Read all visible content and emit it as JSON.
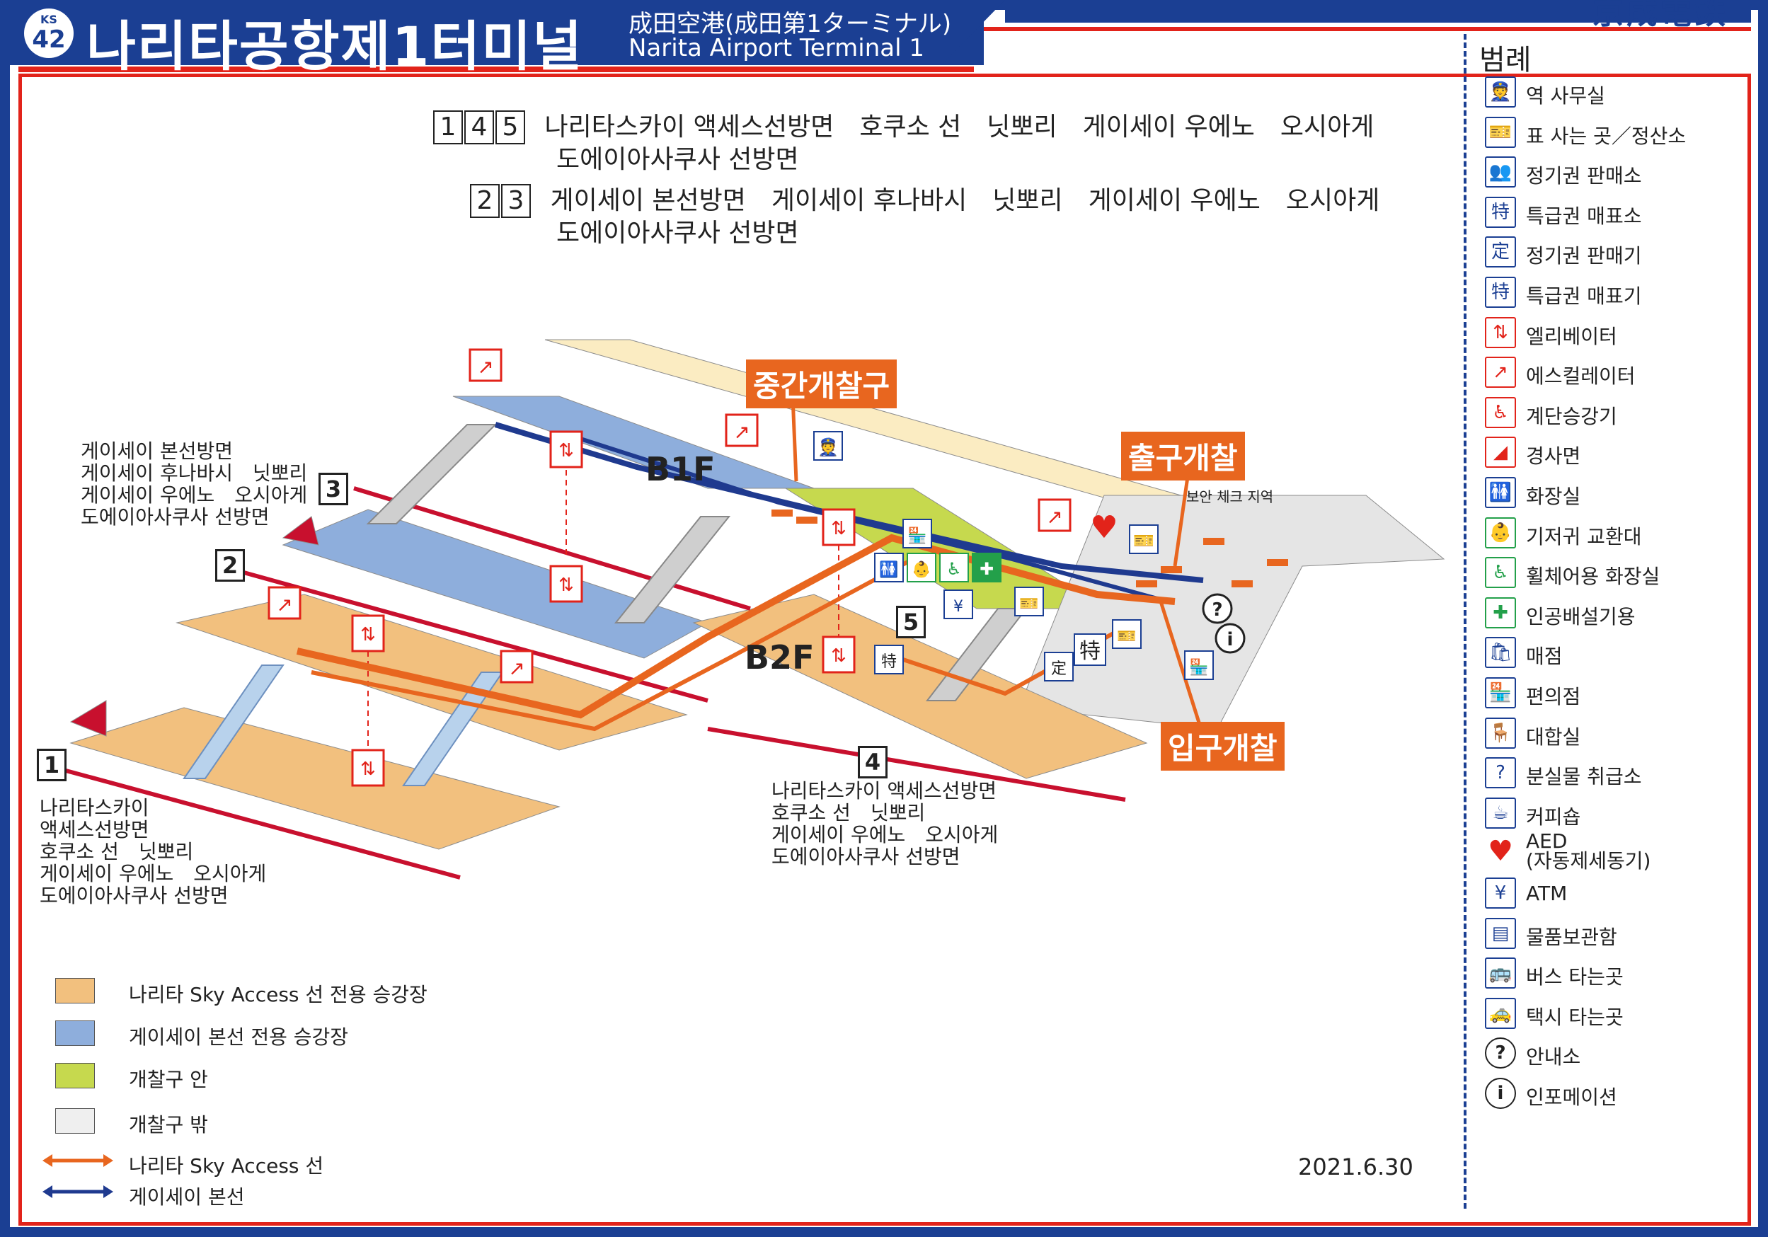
{
  "header": {
    "line_code": "KS",
    "station_number": "42",
    "station_name_ko": "나리타공항제1터미널",
    "station_name_ja": "成田空港(成田第1ターミナル)",
    "station_name_en": "Narita Airport Terminal 1",
    "company_logo_text": "京成電鉄"
  },
  "directions": [
    {
      "tracks": [
        "1",
        "4",
        "5"
      ],
      "line1": "나리타스카이 액세스선방면　호쿠소 선　닛뽀리　게이세이 우에노　오시아게",
      "line2": "도에이아사쿠사 선방면"
    },
    {
      "tracks": [
        "2",
        "3"
      ],
      "line1": "게이세이 본선방면　게이세이 후나바시　닛뽀리　게이세이 우에노　오시아게",
      "line2": "도에이아사쿠사 선방면"
    }
  ],
  "diagram": {
    "floor_b1": "B1F",
    "floor_b2": "B2F",
    "gate_middle": "중간개찰구",
    "gate_exit": "출구개찰",
    "gate_entrance": "입구개찰",
    "security_area": "보안 체크 지역",
    "platforms": [
      {
        "number": "1",
        "label": "나리타스카이\n액세스선방면\n호쿠소 선　닛뽀리\n게이세이 우에노　오시아게\n도에이아사쿠사 선방면"
      },
      {
        "number": "2",
        "label": ""
      },
      {
        "number": "3",
        "label": "게이세이 본선방면\n게이세이 후나바시　닛뽀리\n게이세이 우에노　오시아게\n도에이아사쿠사 선방면"
      },
      {
        "number": "4",
        "label": "나리타스카이 액세스선방면\n호쿠소 선　닛뽀리\n게이세이 우에노　오시아게\n도에이아사쿠사 선방면"
      },
      {
        "number": "5",
        "label": ""
      }
    ],
    "colors": {
      "sky_access_platform": "#f2c07e",
      "main_line_platform": "#8eaedc",
      "inside_gate": "#c6d94e",
      "outside_gate": "#e5e5e5",
      "sky_access_route": "#e8661f",
      "main_line_route": "#1f3a8f",
      "track_red": "#c8102e",
      "concourse_yellow": "#fbecc2"
    }
  },
  "legend": {
    "title": "범례",
    "items": [
      {
        "icon": "station-office-icon",
        "glyph": "👮",
        "tone": "blue",
        "label": "역 사무실"
      },
      {
        "icon": "ticket-office-icon",
        "glyph": "🎫",
        "tone": "blue",
        "label": "표 사는 곳／정산소"
      },
      {
        "icon": "commuter-pass-office-icon",
        "glyph": "👥",
        "tone": "blue",
        "label": "정기권 판매소"
      },
      {
        "icon": "limited-express-ticket-icon",
        "glyph": "特",
        "tone": "blue",
        "label": "특급권 매표소"
      },
      {
        "icon": "commuter-pass-machine-icon",
        "glyph": "定",
        "tone": "blue",
        "label": "정기권 판매기"
      },
      {
        "icon": "limited-express-machine-icon",
        "glyph": "特",
        "tone": "blue",
        "label": "특급권 매표기"
      },
      {
        "icon": "elevator-icon",
        "glyph": "⇅",
        "tone": "red",
        "label": "엘리베이터"
      },
      {
        "icon": "escalator-icon",
        "glyph": "↗",
        "tone": "red",
        "label": "에스컬레이터"
      },
      {
        "icon": "stair-lift-icon",
        "glyph": "♿",
        "tone": "red",
        "label": "계단승강기"
      },
      {
        "icon": "slope-icon",
        "glyph": "◢",
        "tone": "red",
        "label": "경사면"
      },
      {
        "icon": "restroom-icon",
        "glyph": "🚻",
        "tone": "blue",
        "label": "화장실"
      },
      {
        "icon": "diaper-changing-icon",
        "glyph": "👶",
        "tone": "green",
        "label": "기저귀 교환대"
      },
      {
        "icon": "wheelchair-restroom-icon",
        "glyph": "♿",
        "tone": "green",
        "label": "휠체어용 화장실"
      },
      {
        "icon": "ostomate-icon",
        "glyph": "✚",
        "tone": "green",
        "label": "인공배설기용"
      },
      {
        "icon": "shop-icon",
        "glyph": "🛍",
        "tone": "blue",
        "label": "매점"
      },
      {
        "icon": "convenience-store-icon",
        "glyph": "🏪",
        "tone": "blue",
        "label": "편의점"
      },
      {
        "icon": "waiting-room-icon",
        "glyph": "🪑",
        "tone": "blue",
        "label": "대합실"
      },
      {
        "icon": "lost-and-found-icon",
        "glyph": "?",
        "tone": "blue",
        "label": "분실물 취급소"
      },
      {
        "icon": "coffee-shop-icon",
        "glyph": "☕",
        "tone": "blue",
        "label": "커피숍"
      },
      {
        "icon": "aed-icon",
        "glyph": "♥",
        "tone": "heart",
        "label": "AED\n(자동제세동기)"
      },
      {
        "icon": "atm-icon",
        "glyph": "¥",
        "tone": "blue",
        "label": "ATM"
      },
      {
        "icon": "locker-icon",
        "glyph": "▤",
        "tone": "blue",
        "label": "물품보관함"
      },
      {
        "icon": "bus-icon",
        "glyph": "🚌",
        "tone": "blue",
        "label": "버스 타는곳"
      },
      {
        "icon": "taxi-icon",
        "glyph": "🚕",
        "tone": "blue",
        "label": "택시 타는곳"
      },
      {
        "icon": "information-desk-icon",
        "glyph": "?",
        "tone": "round",
        "label": "안내소"
      },
      {
        "icon": "information-icon",
        "glyph": "i",
        "tone": "round",
        "label": "인포메이션"
      }
    ]
  },
  "key": [
    {
      "kind": "swatch",
      "color": "#f2c07e",
      "label": "나리타 Sky Access 선 전용 승강장"
    },
    {
      "kind": "swatch",
      "color": "#8eaedc",
      "label": "게이세이 본선 전용 승강장"
    },
    {
      "kind": "swatch",
      "color": "#c6d94e",
      "label": "개찰구 안"
    },
    {
      "kind": "swatch",
      "color": "#efefef",
      "label": "개찰구 밖"
    },
    {
      "kind": "arrow",
      "color": "#e8661f",
      "label": "나리타 Sky Access 선"
    },
    {
      "kind": "arrow",
      "color": "#1f3a8f",
      "label": "게이세이 본선"
    }
  ],
  "date": "2021.6.30"
}
